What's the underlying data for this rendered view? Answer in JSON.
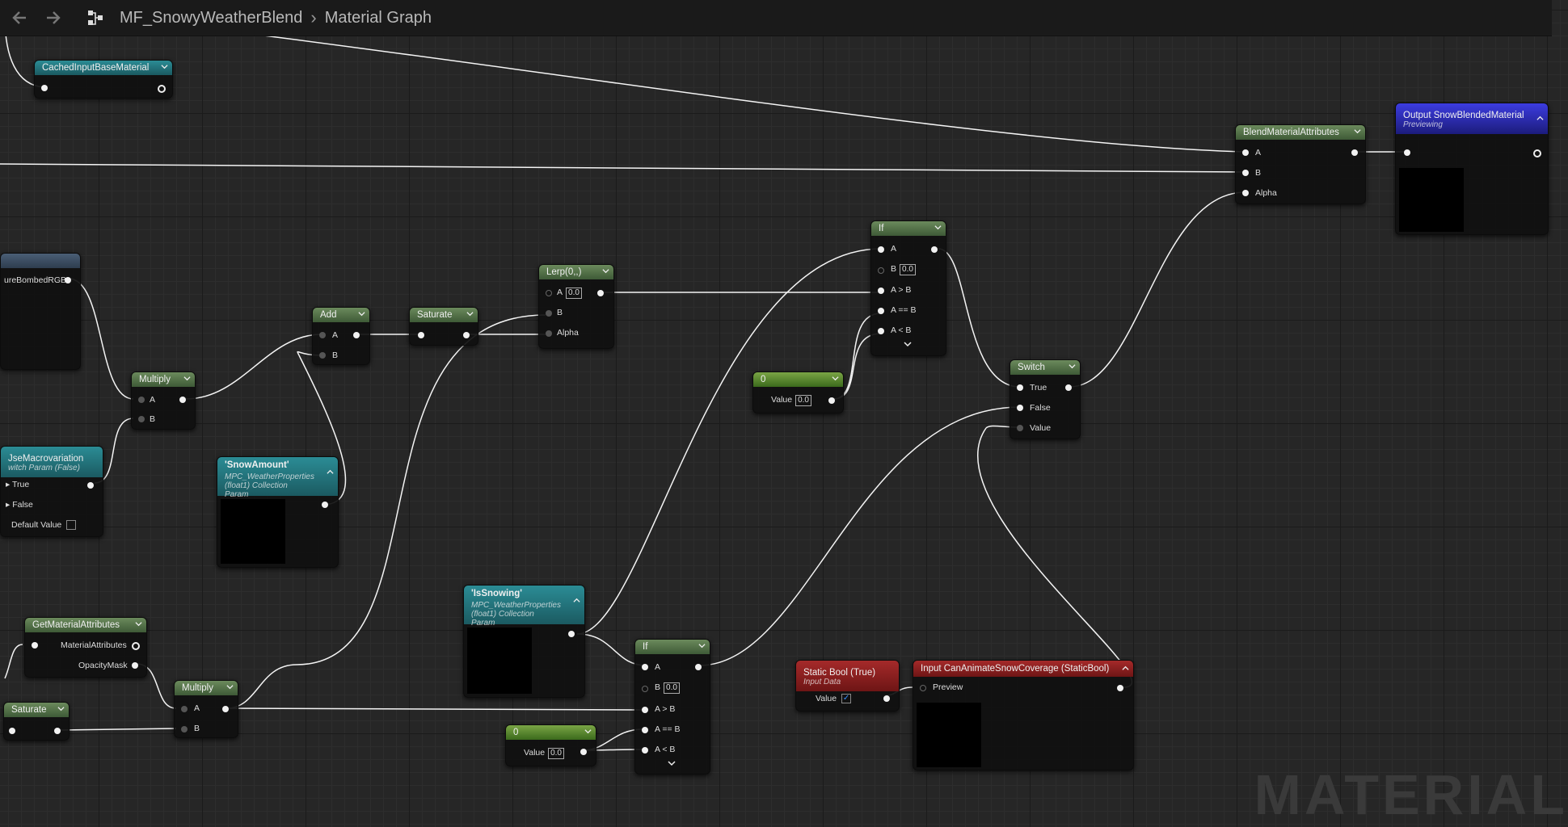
{
  "breadcrumb": {
    "asset": "MF_SnowyWeatherBlend",
    "graph": "Material Graph"
  },
  "watermark": "MATERIAL",
  "nodes": {
    "cached": {
      "title": "CachedInputBaseMaterial"
    },
    "blend": {
      "title": "BlendMaterialAttributes",
      "pins": [
        "A",
        "B",
        "Alpha"
      ]
    },
    "output": {
      "title": "Output SnowBlendedMaterial",
      "subtitle": "Previewing"
    },
    "texbomb": {
      "output": "ureBombedRGB"
    },
    "multiply1": {
      "title": "Multiply",
      "pins": [
        "A",
        "B"
      ]
    },
    "add": {
      "title": "Add",
      "pins": [
        "A",
        "B"
      ]
    },
    "saturate1": {
      "title": "Saturate"
    },
    "lerp": {
      "title": "Lerp(0,,)",
      "pins": [
        "A",
        "B",
        "Alpha"
      ],
      "a_value": "0.0"
    },
    "if1": {
      "title": "If",
      "pins": [
        "A",
        "B",
        "A > B",
        "A == B",
        "A < B"
      ],
      "b_value": "0.0"
    },
    "const1": {
      "title": "0",
      "label": "Value",
      "value": "0.0"
    },
    "switch": {
      "title": "Switch",
      "pins": [
        "True",
        "False",
        "Value"
      ]
    },
    "macro": {
      "title": "JseMacrovariation",
      "subtitle": "witch Param (False)",
      "pins": [
        "True",
        "False"
      ],
      "default_label": "Default Value"
    },
    "snowamount": {
      "title": "'SnowAmount'",
      "subtitle": "MPC_WeatherProperties (float1) Collection Param"
    },
    "getmat": {
      "title": "GetMaterialAttributes",
      "pins": [
        "MaterialAttributes",
        "OpacityMask"
      ]
    },
    "multiply2": {
      "title": "Multiply",
      "pins": [
        "A",
        "B"
      ]
    },
    "saturate2": {
      "title": "Saturate"
    },
    "issnowing": {
      "title": "'IsSnowing'",
      "subtitle": "MPC_WeatherProperties (float1) Collection Param"
    },
    "if2": {
      "title": "If",
      "pins": [
        "A",
        "B",
        "A > B",
        "A == B",
        "A < B"
      ],
      "b_value": "0.0"
    },
    "const2": {
      "title": "0",
      "label": "Value",
      "value": "0.0"
    },
    "staticbool": {
      "title": "Static Bool (True)",
      "subtitle": "Input Data",
      "label": "Value",
      "checked": true
    },
    "inputanim": {
      "title": "Input CanAnimateSnowCoverage (StaticBool)",
      "preview_label": "Preview"
    }
  }
}
